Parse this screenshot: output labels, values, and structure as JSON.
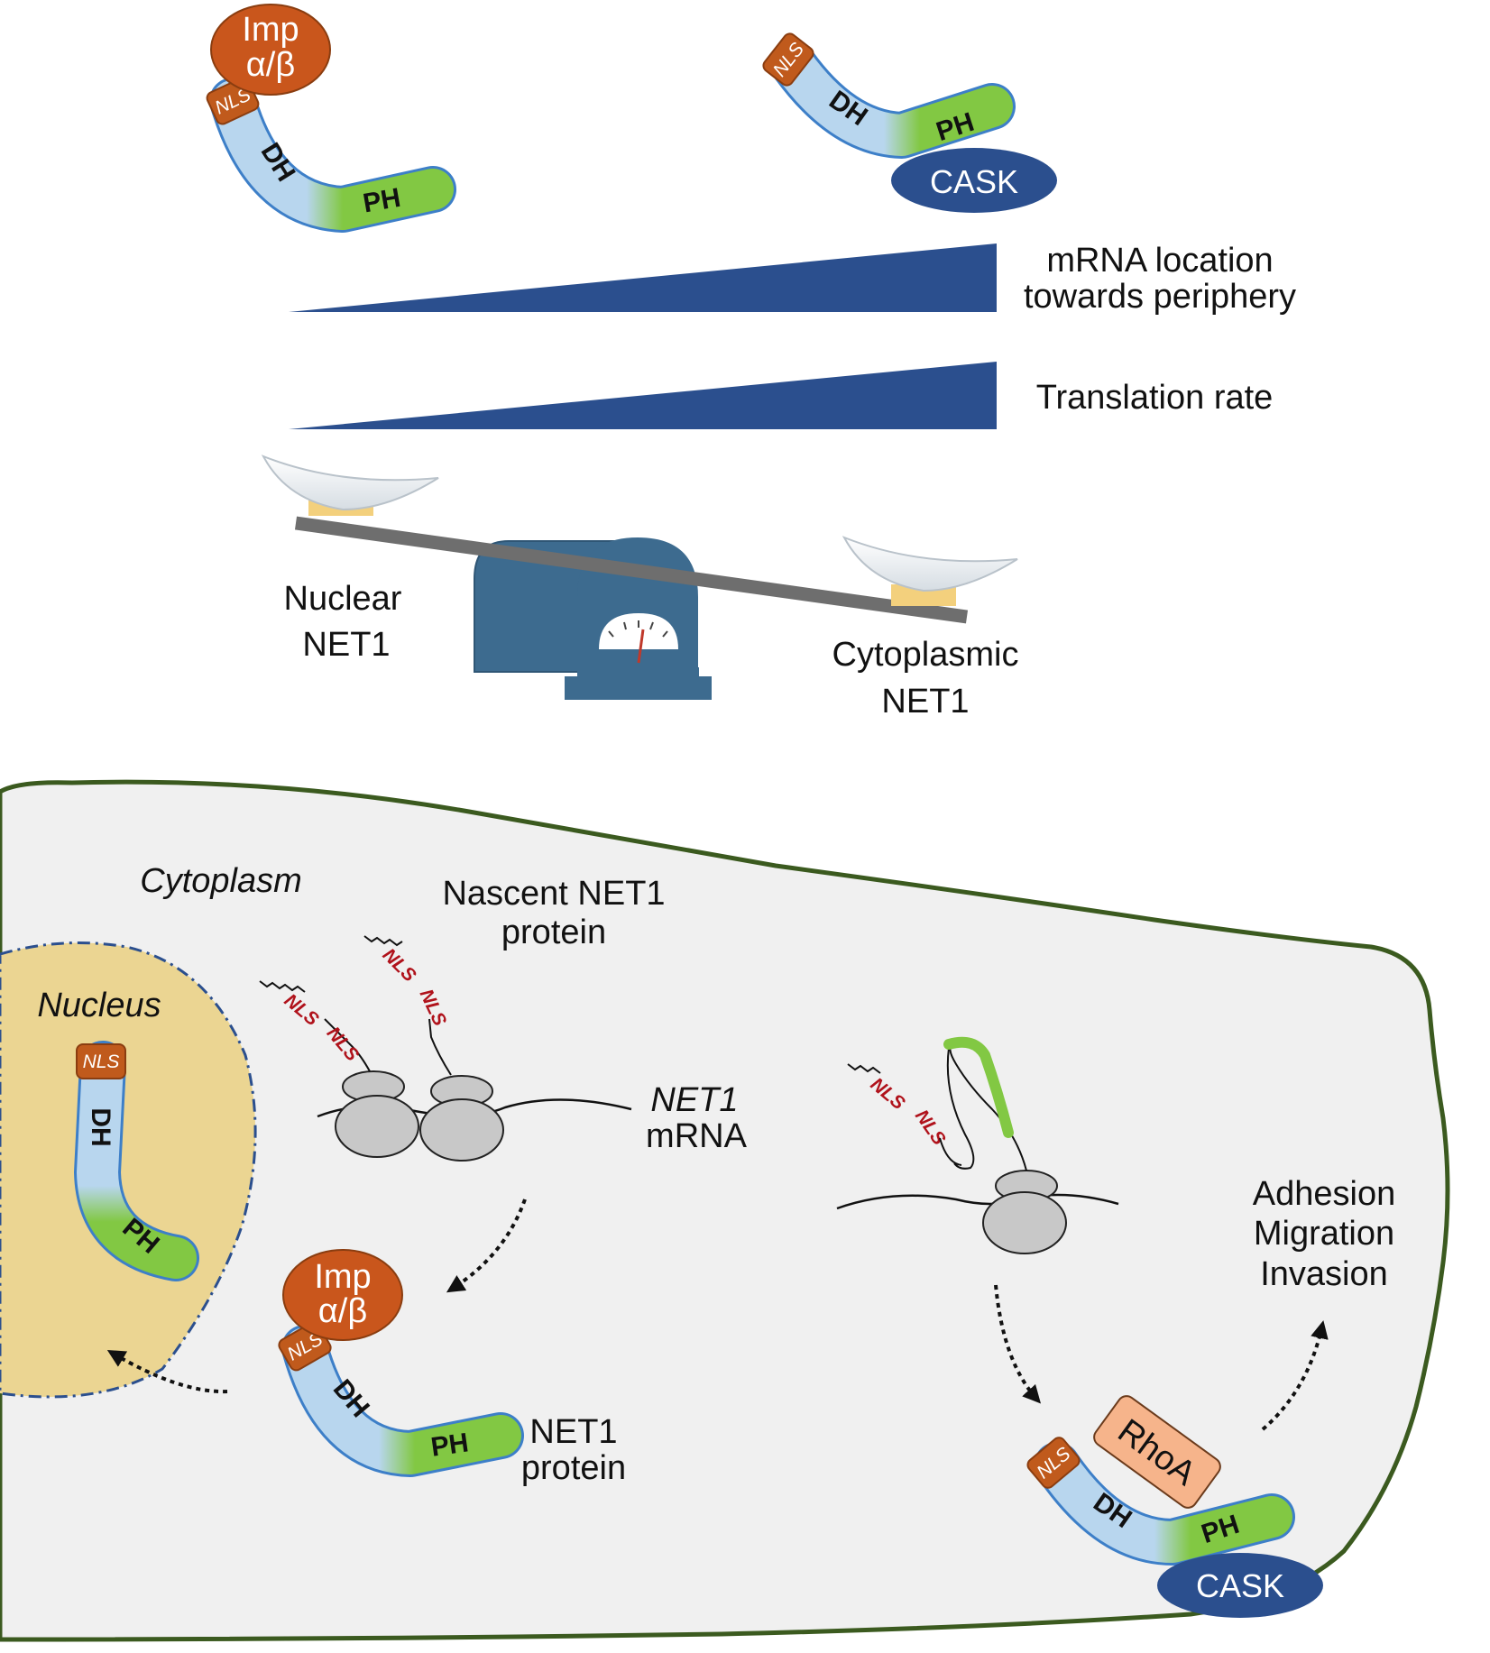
{
  "labels": {
    "importin_line1": "Imp",
    "importin_line2": "α/β",
    "nls": "NLS",
    "dh": "DH",
    "ph": "PH",
    "cask": "CASK",
    "rhoa": "RhoA",
    "mrna_location_line1": "mRNA location",
    "mrna_location_line2": "towards periphery",
    "translation_rate": "Translation rate",
    "nuclear_line1": "Nuclear",
    "nuclear_line2": "NET1",
    "cytoplasmic_line1": "Cytoplasmic",
    "cytoplasmic_line2": "NET1",
    "cytoplasm": "Cytoplasm",
    "nucleus": "Nucleus",
    "nascent_line1": "Nascent NET1",
    "nascent_line2": "protein",
    "mrna_line1": "NET1",
    "mrna_line2": "mRNA",
    "protein_line1": "NET1",
    "protein_line2": "protein",
    "outcome_1": "Adhesion",
    "outcome_2": "Migration",
    "outcome_3": "Invasion"
  },
  "colors": {
    "wedge": "#2b4f8e",
    "importin": "#c9561c",
    "nls_box": "#c05a1c",
    "dh_domain": "#b8d6ee",
    "ph_domain": "#82c843",
    "cask": "#2b4f8e",
    "rhoa": "#f6b48b",
    "cell_fill": "#f0f0f0",
    "cell_border": "#3b5a1f",
    "nucleus_fill": "#ebd592",
    "ribosome": "#c8c8c8",
    "scale_body": "#3d6b8f"
  },
  "icons": {
    "balance": "balance-scale-icon",
    "ribosome": "ribosome-icon"
  }
}
